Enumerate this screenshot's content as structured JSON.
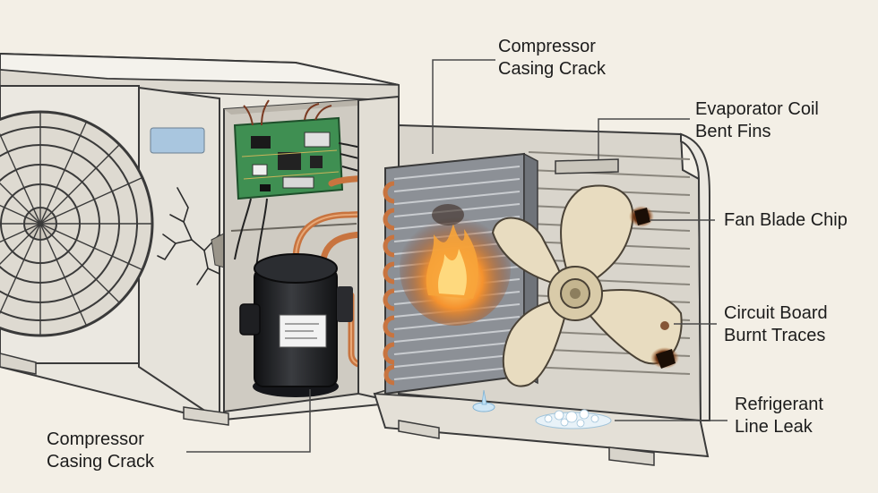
{
  "labels": {
    "compressor_top": {
      "line1": "Compressor",
      "line2": "Casing Crack"
    },
    "evaporator": {
      "line1": "Evaporator Coil",
      "line2": "Bent Fins"
    },
    "fan_blade": {
      "line1": "Fan Blade Chip"
    },
    "circuit_board": {
      "line1": "Circuit Board",
      "line2": "Burnt Traces"
    },
    "refrigerant": {
      "line1": "Refrigerant",
      "line2": "Line Leak"
    },
    "compressor_bottom": {
      "line1": "Compressor",
      "line2": "Casing Crack"
    }
  },
  "colors": {
    "background": "#f3efe6",
    "casing": "#ece9e2",
    "outline": "#3a3a3a",
    "copper": "#c8743f",
    "board": "#3f8f52",
    "compressor": "#1e1f22",
    "fan_blade": "#e8dcc0",
    "fire": "#f2822b",
    "frost": "#cfe6f5"
  }
}
